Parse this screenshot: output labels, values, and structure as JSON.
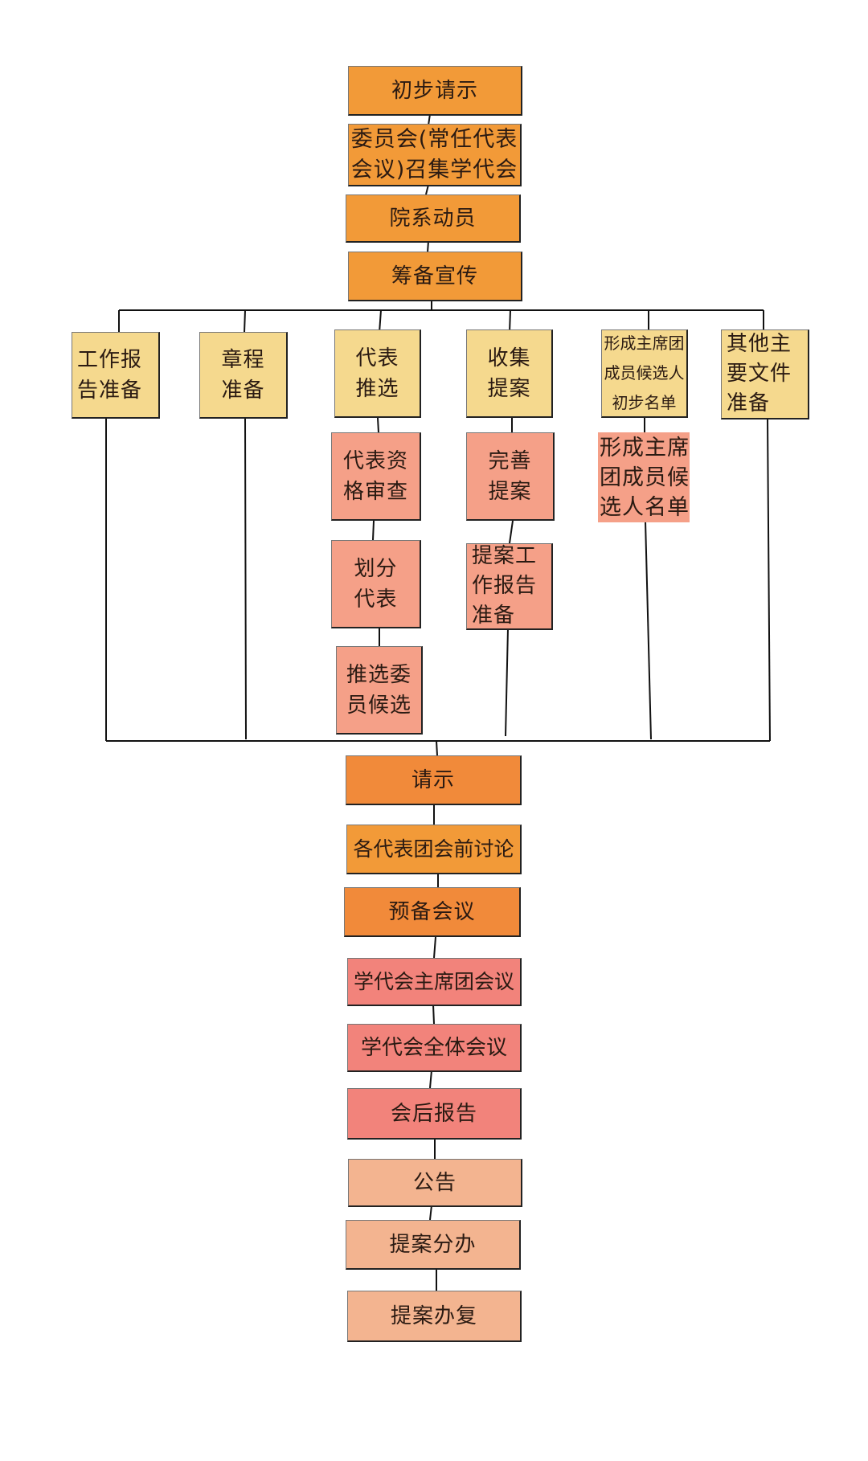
{
  "diagram": {
    "top_chain": [
      "初步请示",
      "委员会(常任代表\n会议)召集学代会",
      "院系动员",
      "筹备宣传"
    ],
    "branches": {
      "work_report": "工作报\n告准备",
      "charter": "章程\n准备",
      "representatives": "代表\n推选",
      "proposals": "收集\n提案",
      "presidium_list": "形成主席团\n成员候选人\n初步名单",
      "other_docs": "其他主\n要文件\n准备"
    },
    "rep_chain": [
      "代表资\n格审查",
      "划分\n代表",
      "推选委\n员候选"
    ],
    "proposal_chain": [
      "完善\n提案",
      "提案工\n作报告\n准备"
    ],
    "presidium_final": "形成主席\n团成员候\n选人名单",
    "bottom_chain": [
      "请示",
      "各代表团会前讨论",
      "预备会议",
      "学代会主席团会议",
      "学代会全体会议",
      "会后报告",
      "公告",
      "提案分办",
      "提案办复"
    ]
  },
  "colors": {
    "orange": "#f29a38",
    "yellow": "#f5d98e",
    "salmon": "#f5a088",
    "red": "#f2837b",
    "peach": "#f3b490",
    "line": "#111111"
  }
}
